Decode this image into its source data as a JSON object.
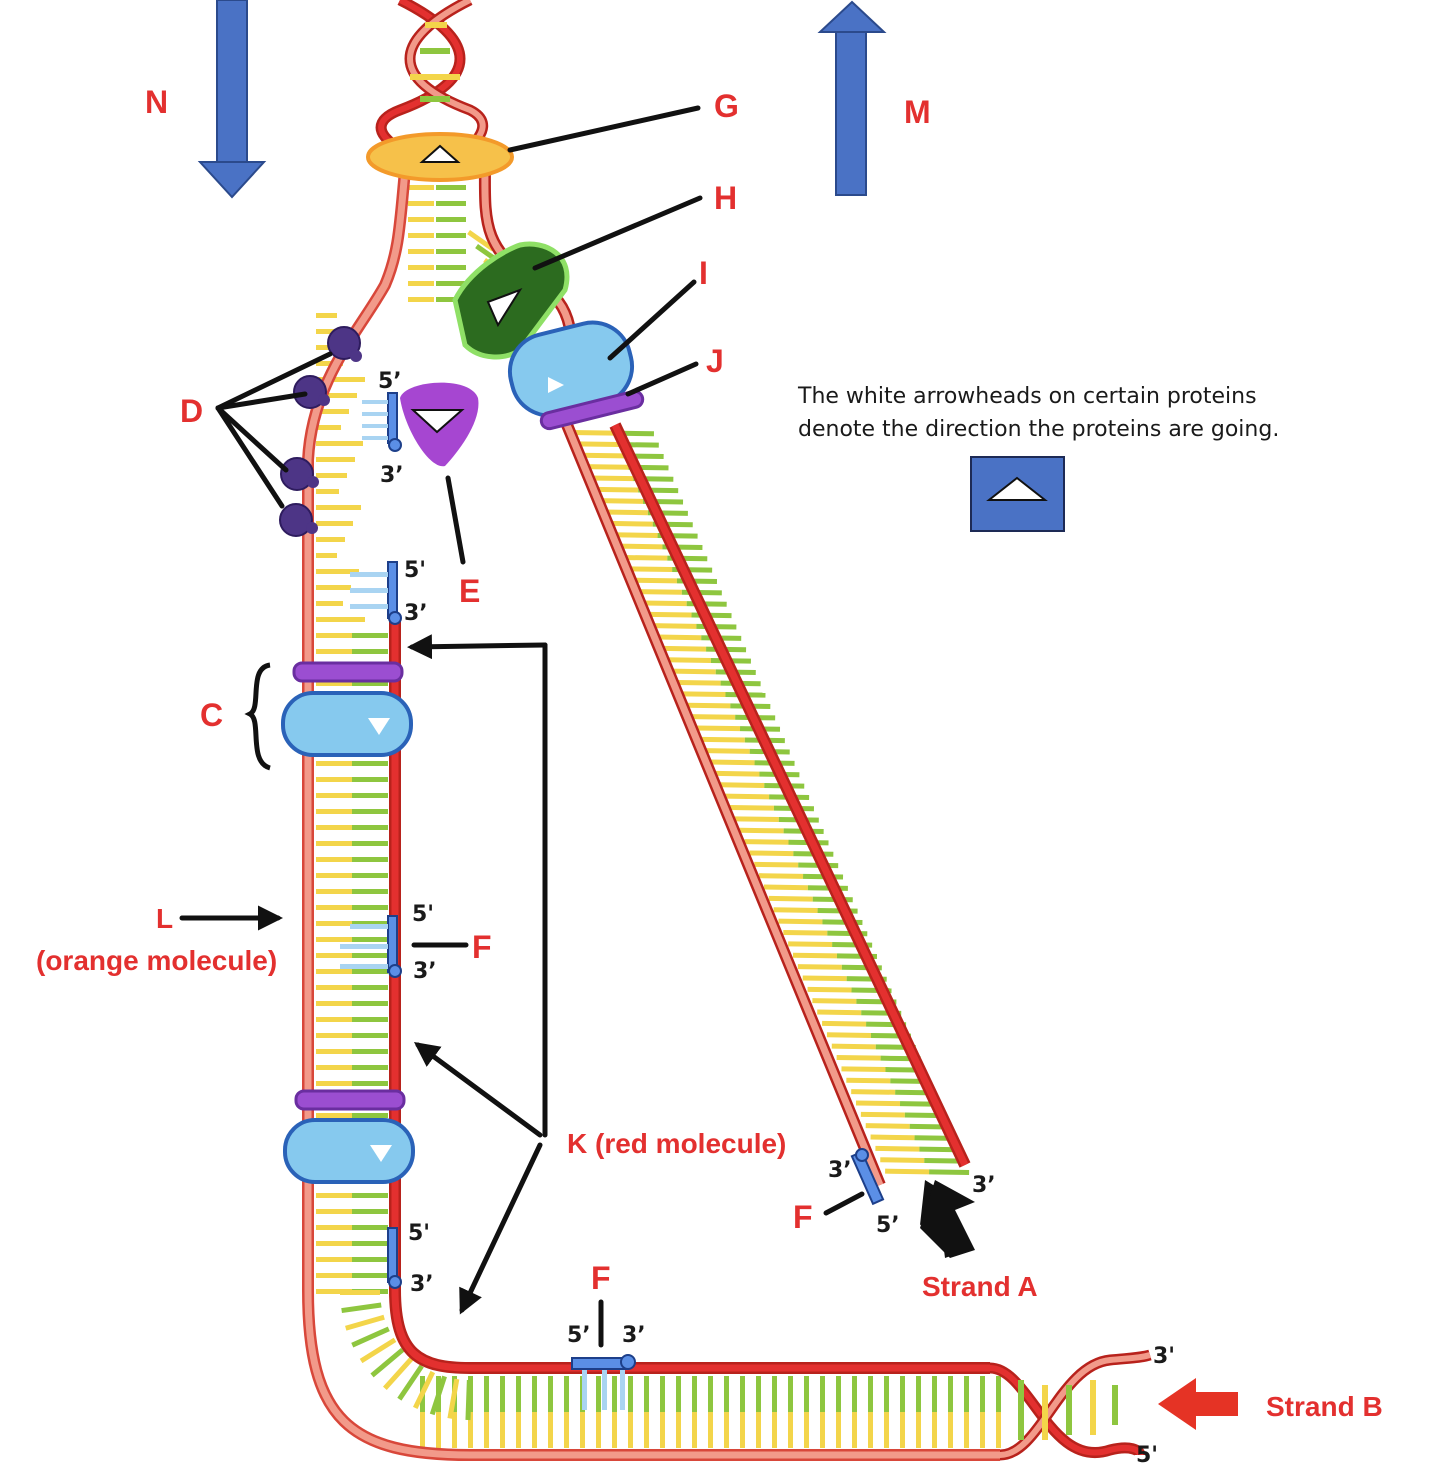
{
  "labels": {
    "G": "G",
    "H": "H",
    "I": "I",
    "J": "J",
    "N": "N",
    "M": "M",
    "D": "D",
    "E": "E",
    "C": "C",
    "L": "L",
    "L_note": "(orange molecule)",
    "K": "K (red molecule)",
    "F": "F",
    "strand_a": "Strand A",
    "strand_b": "Strand B"
  },
  "ends": {
    "five": "5'",
    "five_alt": "5’",
    "three": "3'",
    "three_alt": "3’"
  },
  "legend": {
    "line1": "The white arrowheads on certain proteins",
    "line2": "denote the direction the proteins are going."
  },
  "colors": {
    "strand_red": "#e3302f",
    "strand_orange": "#f08a7a",
    "base_yellow": "#f3d54a",
    "base_green": "#8ec63f",
    "primer_blue": "#5b8fe6",
    "primer_light": "#a9d4f2",
    "helicase": "#f6b73c",
    "primase": "#2c6b1f",
    "polymerase": "#86c9ee",
    "clamp": "#9b4ed1",
    "ssb": "#4d3586",
    "ligase": "#a646d1",
    "arrow_blue": "#4a72c5",
    "arrow_red": "#e53325"
  }
}
